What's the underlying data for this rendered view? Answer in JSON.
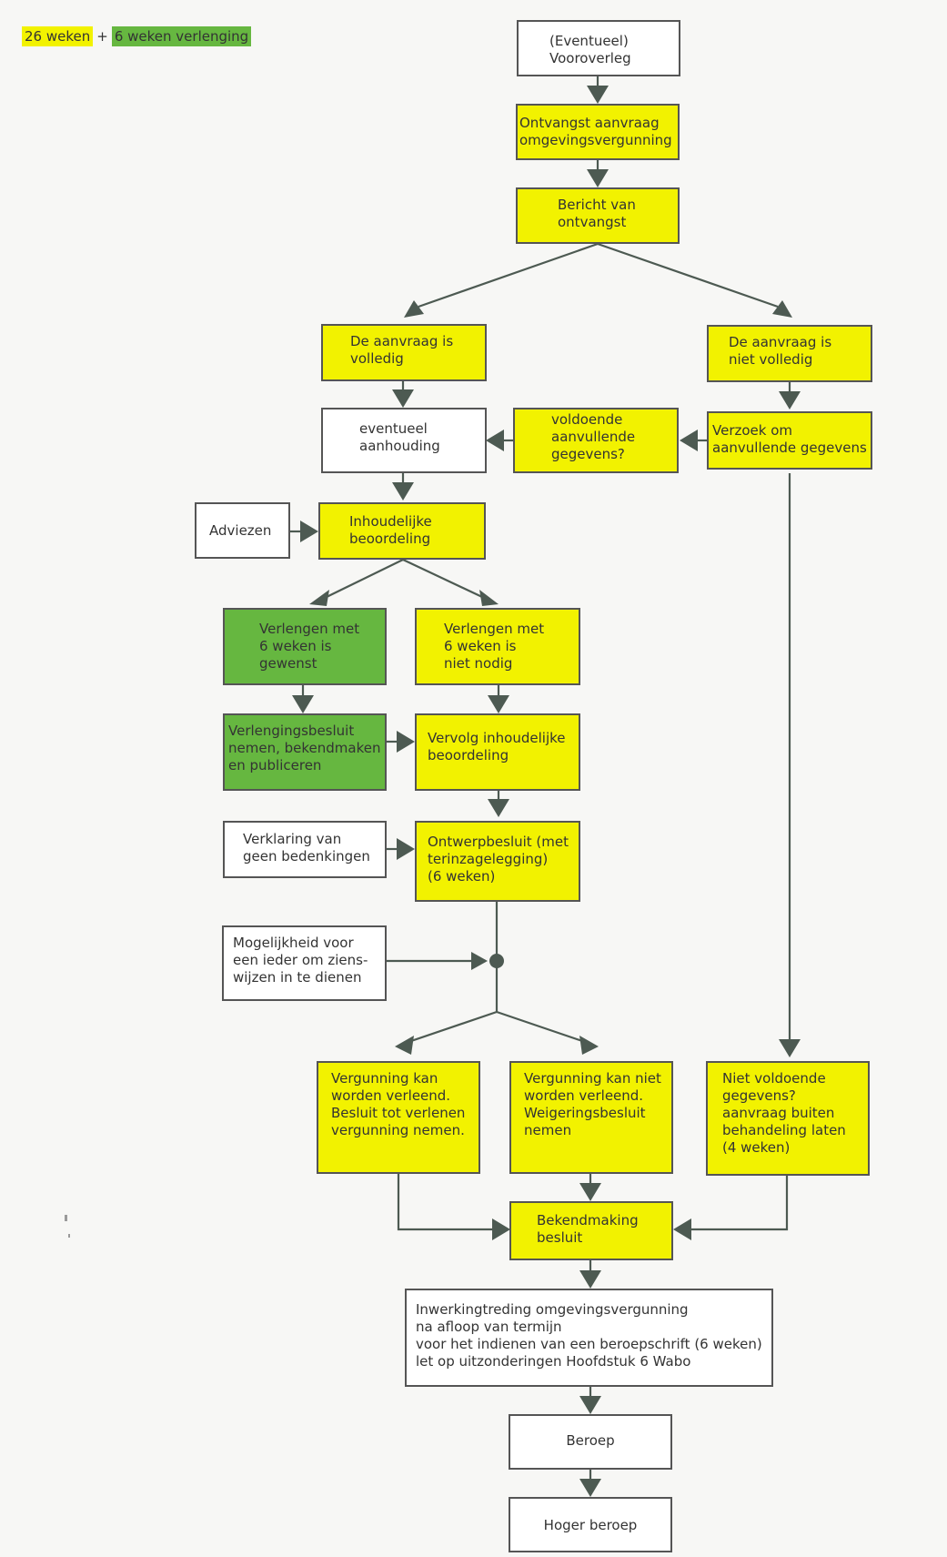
{
  "legend": {
    "standard": "26 weken",
    "plus": "+",
    "extension": "6 weken verlenging"
  },
  "colors": {
    "standard": "#f2f200",
    "extension": "#66b740",
    "line": "#4d5a52",
    "border": "#555555"
  },
  "steps": {
    "vooroverleg": "(Eventueel)\n    Vooroverleg",
    "ontvangst": "Ontvangst aanvraag\nomgevingsvergunning",
    "bericht": "Bericht van\n  ontvangst",
    "volledig": "De aanvraag is\nvolledig",
    "niet_volledig": "De aanvraag is\nniet volledig",
    "aanhouding": "eventueel\naanhouding",
    "voldoende": "voldoende\naanvullende\ngegevens?",
    "verzoek": "Verzoek om\naanvullende gegevens",
    "adviezen": "Adviezen",
    "beoordeling": "Inhoudelijke\nbeoordeling",
    "verlengen_gewenst": "Verlengen met\n6 weken is\ngewenst",
    "verlengen_niet": "Verlengen met\n6 weken is\nniet nodig",
    "verlengingsbesluit": "Verlengingsbesluit\nnemen, bekendmaken\nen publiceren",
    "vervolg": "Vervolg inhoudelijke\nbeoordeling",
    "verklaring": "Verklaring van\ngeen bedenkingen",
    "ontwerpbesluit": "Ontwerpbesluit (met\nterinzagelegging)\n(6 weken)",
    "zienswijzen": "Mogelijkheid voor\neen ieder om ziens-\nwijzen in te dienen",
    "verleend": "Vergunning kan\nworden verleend.\nBesluit tot verlenen\nvergunning nemen.",
    "geweigerd": "Vergunning kan niet\nworden verleend.\nWeigeringsbesluit\nnemen",
    "buiten_behandeling": "Niet voldoende\ngegevens?\naanvraag buiten\nbehandeling laten\n(4 weken)",
    "bekendmaking": "Bekendmaking\nbesluit",
    "inwerkingtreding": "Inwerkingtreding omgevingsvergunning\nna afloop van termijn\nvoor het indienen van een beroepschrift (6 weken)\nlet op uitzonderingen Hoofdstuk 6 Wabo",
    "beroep": "Beroep",
    "hoger_beroep": "Hoger beroep"
  }
}
